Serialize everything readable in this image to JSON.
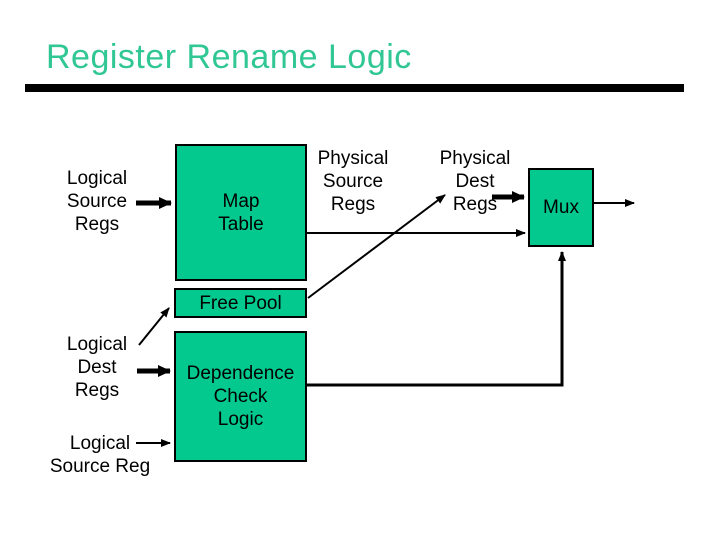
{
  "slide": {
    "title": "Register Rename Logic"
  },
  "colors": {
    "title_green": "#30C795",
    "box_green": "#03C98F",
    "line_black": "#000000"
  },
  "diagram": {
    "boxes": {
      "map_table": {
        "label": "Map\nTable"
      },
      "free_pool": {
        "label": "Free Pool"
      },
      "dependence_check": {
        "label": "Dependence\nCheck\nLogic"
      },
      "mux": {
        "label": "Mux"
      }
    },
    "labels": {
      "logical_source_regs": {
        "text": "Logical\nSource\nRegs"
      },
      "physical_source_regs": {
        "text": "Physical\nSource\nRegs"
      },
      "physical_dest_regs": {
        "text": "Physical\nDest\nRegs"
      },
      "logical_dest_regs": {
        "text": "Logical\nDest\nRegs"
      },
      "logical_source_reg": {
        "text": "Logical\nSource Reg"
      }
    }
  }
}
